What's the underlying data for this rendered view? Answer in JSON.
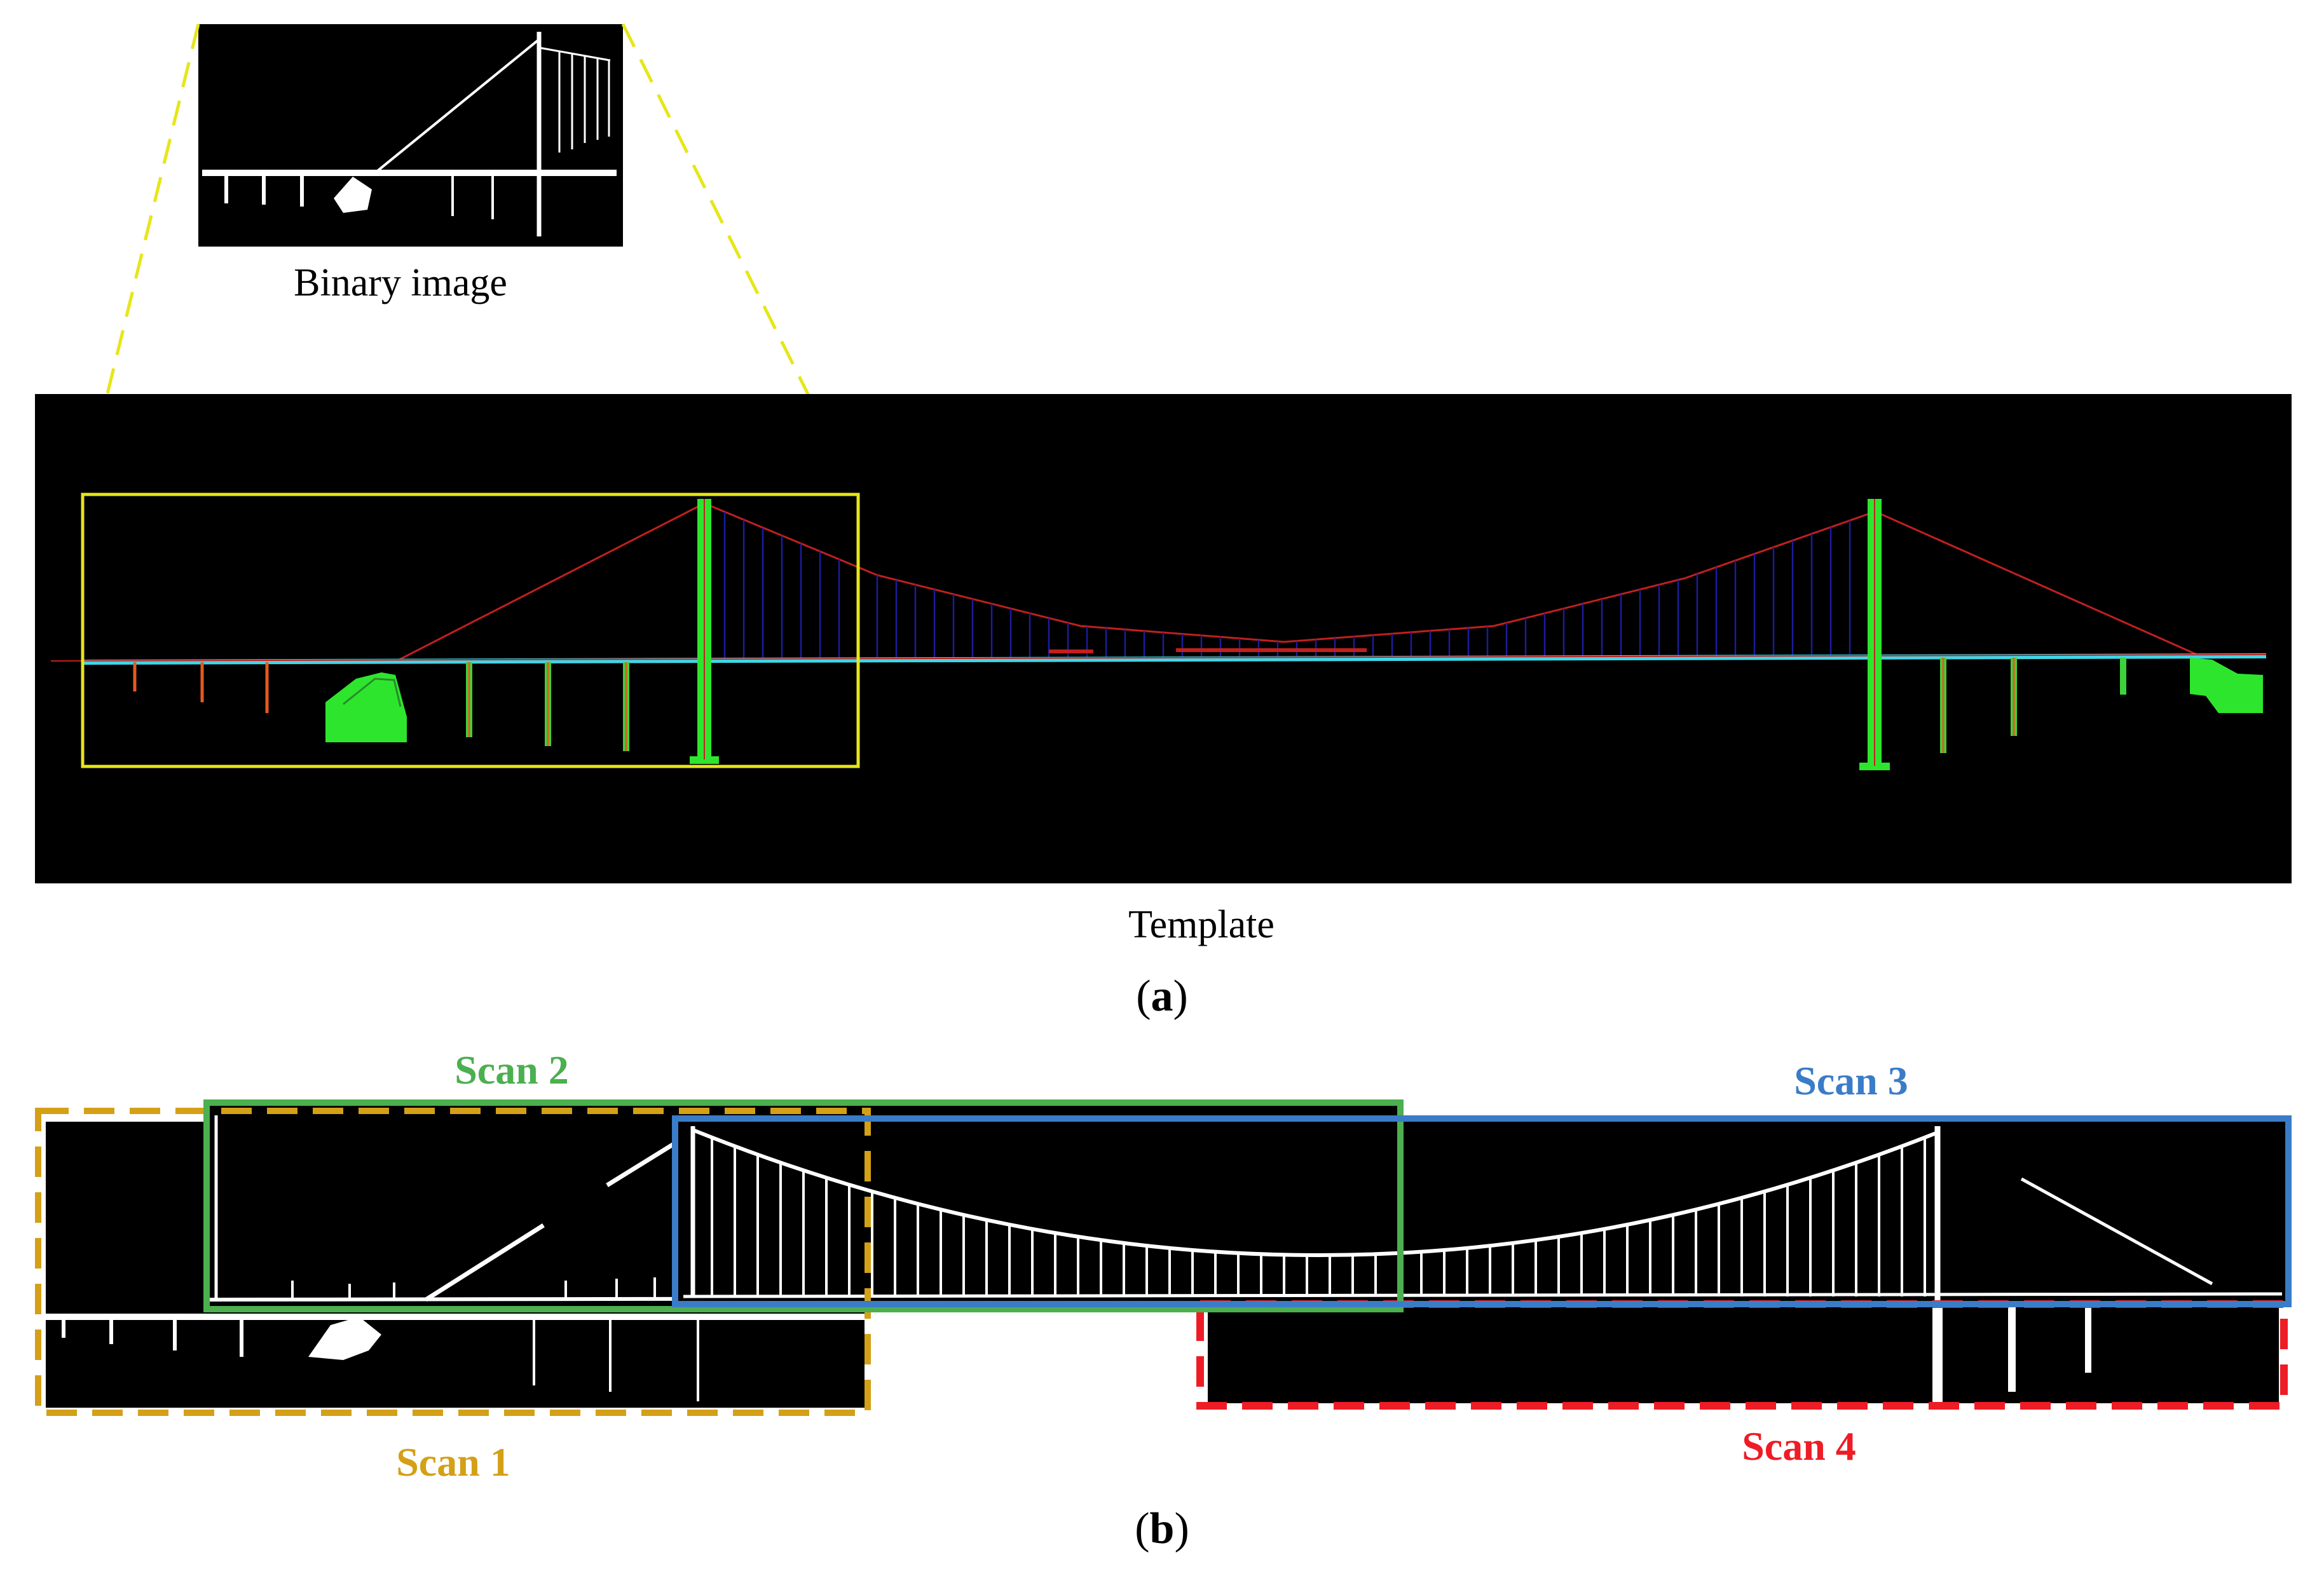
{
  "panel_a": {
    "inset_caption": "Binary image",
    "template_caption": "Template",
    "label_open": "(",
    "label_letter": "a",
    "label_close": ")"
  },
  "panel_b": {
    "label_open": "(",
    "label_letter": "b",
    "label_close": ")",
    "scans": [
      {
        "label": "Scan 1",
        "color": "#d4a017",
        "style": "dashed"
      },
      {
        "label": "Scan 2",
        "color": "#4caf50",
        "style": "solid"
      },
      {
        "label": "Scan 3",
        "color": "#3a7cc7",
        "style": "solid"
      },
      {
        "label": "Scan 4",
        "color": "#ee1c25",
        "style": "dashed"
      }
    ]
  },
  "colors": {
    "background": "#000000",
    "zoom_box": "#e6e619",
    "tower": "#2ee52e",
    "cable": "#c0201f",
    "hanger": "#1c1c9c",
    "deck": "#3fd6e6",
    "pier": "#3cd23c",
    "binary_white": "#ffffff"
  }
}
